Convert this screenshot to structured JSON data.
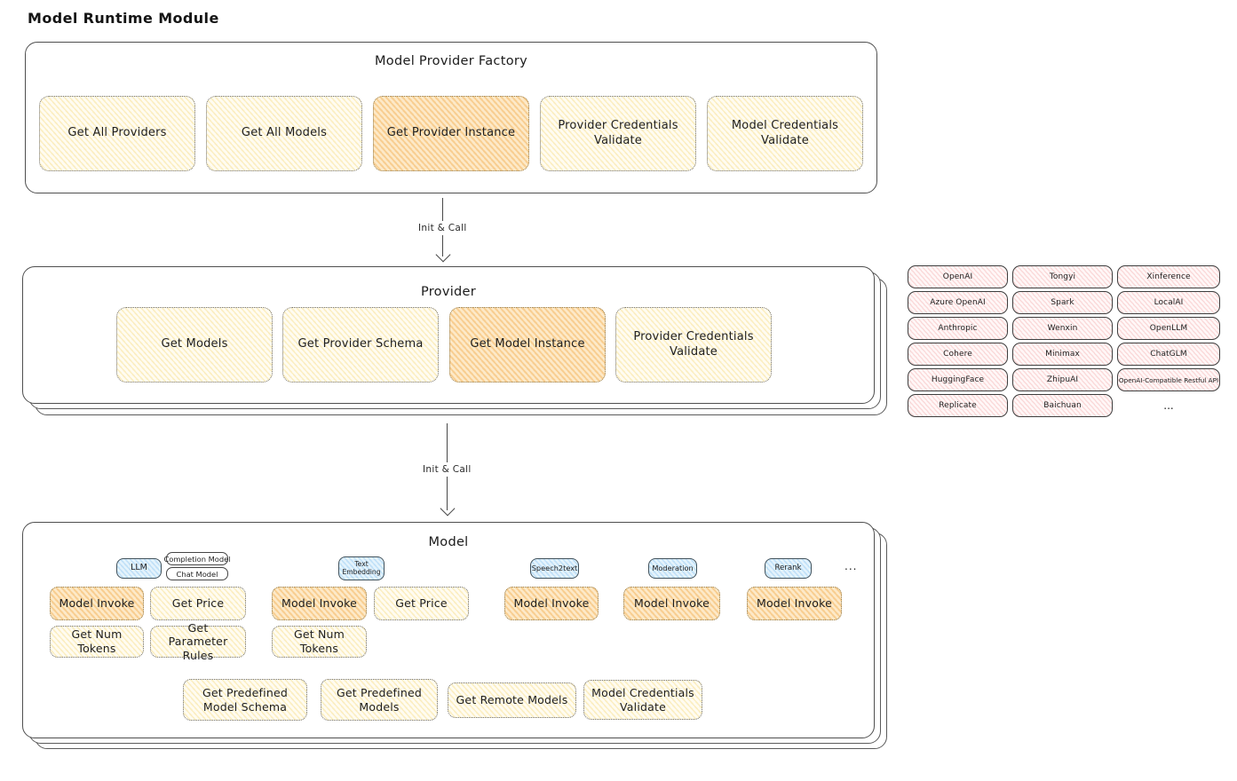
{
  "page_title": "Model Runtime Module",
  "arrows": {
    "arrow1_label": "Init & Call",
    "arrow2_label": "Init & Call"
  },
  "factory": {
    "title": "Model Provider Factory",
    "boxes": [
      {
        "label": "Get All Providers",
        "variant": "yellow"
      },
      {
        "label": "Get All Models",
        "variant": "yellow"
      },
      {
        "label": "Get Provider Instance",
        "variant": "orange"
      },
      {
        "label": "Provider Credentials Validate",
        "variant": "yellow"
      },
      {
        "label": "Model Credentials Validate",
        "variant": "yellow"
      }
    ]
  },
  "provider": {
    "title": "Provider",
    "boxes": [
      {
        "label": "Get Models",
        "variant": "yellow"
      },
      {
        "label": "Get Provider Schema",
        "variant": "yellow"
      },
      {
        "label": "Get Model Instance",
        "variant": "orange"
      },
      {
        "label": "Provider Credentials Validate",
        "variant": "yellow"
      }
    ]
  },
  "provider_list": {
    "items": [
      "OpenAI",
      "Tongyi",
      "Xinference",
      "Azure OpenAI",
      "Spark",
      "LocalAI",
      "Anthropic",
      "Wenxin",
      "OpenLLM",
      "Cohere",
      "Minimax",
      "ChatGLM",
      "HuggingFace",
      "ZhipuAI",
      "OpenAI-Compatible Restful API",
      "Replicate",
      "Baichuan"
    ],
    "more": "..."
  },
  "model": {
    "title": "Model",
    "tags": {
      "llm": "LLM",
      "completion": "Completion Model",
      "chat": "Chat Model",
      "text_embedding": "Text Embedding",
      "speech2text": "Speech2text",
      "moderation": "Moderation",
      "rerank": "Rerank",
      "more": "..."
    },
    "ops": {
      "llm_invoke": "Model Invoke",
      "llm_get_price": "Get Price",
      "llm_get_num_tokens": "Get Num Tokens",
      "llm_get_parameter_rules": "Get Parameter Rules",
      "te_invoke": "Model Invoke",
      "te_get_price": "Get Price",
      "te_get_num_tokens": "Get Num Tokens",
      "s2t_invoke": "Model Invoke",
      "moderation_invoke": "Model Invoke",
      "rerank_invoke": "Model Invoke",
      "get_predefined_model_schema": "Get Predefined Model Schema",
      "get_predefined_models": "Get Predefined Models",
      "get_remote_models": "Get Remote Models",
      "model_credentials_validate": "Model Credentials Validate"
    }
  },
  "colors": {
    "yellow_fill": "#fdf4d7",
    "orange_fill": "#fbd9a2",
    "pink_fill": "#fdecec",
    "blue_fill": "#dceefb",
    "outline": "#4f4f4f"
  }
}
